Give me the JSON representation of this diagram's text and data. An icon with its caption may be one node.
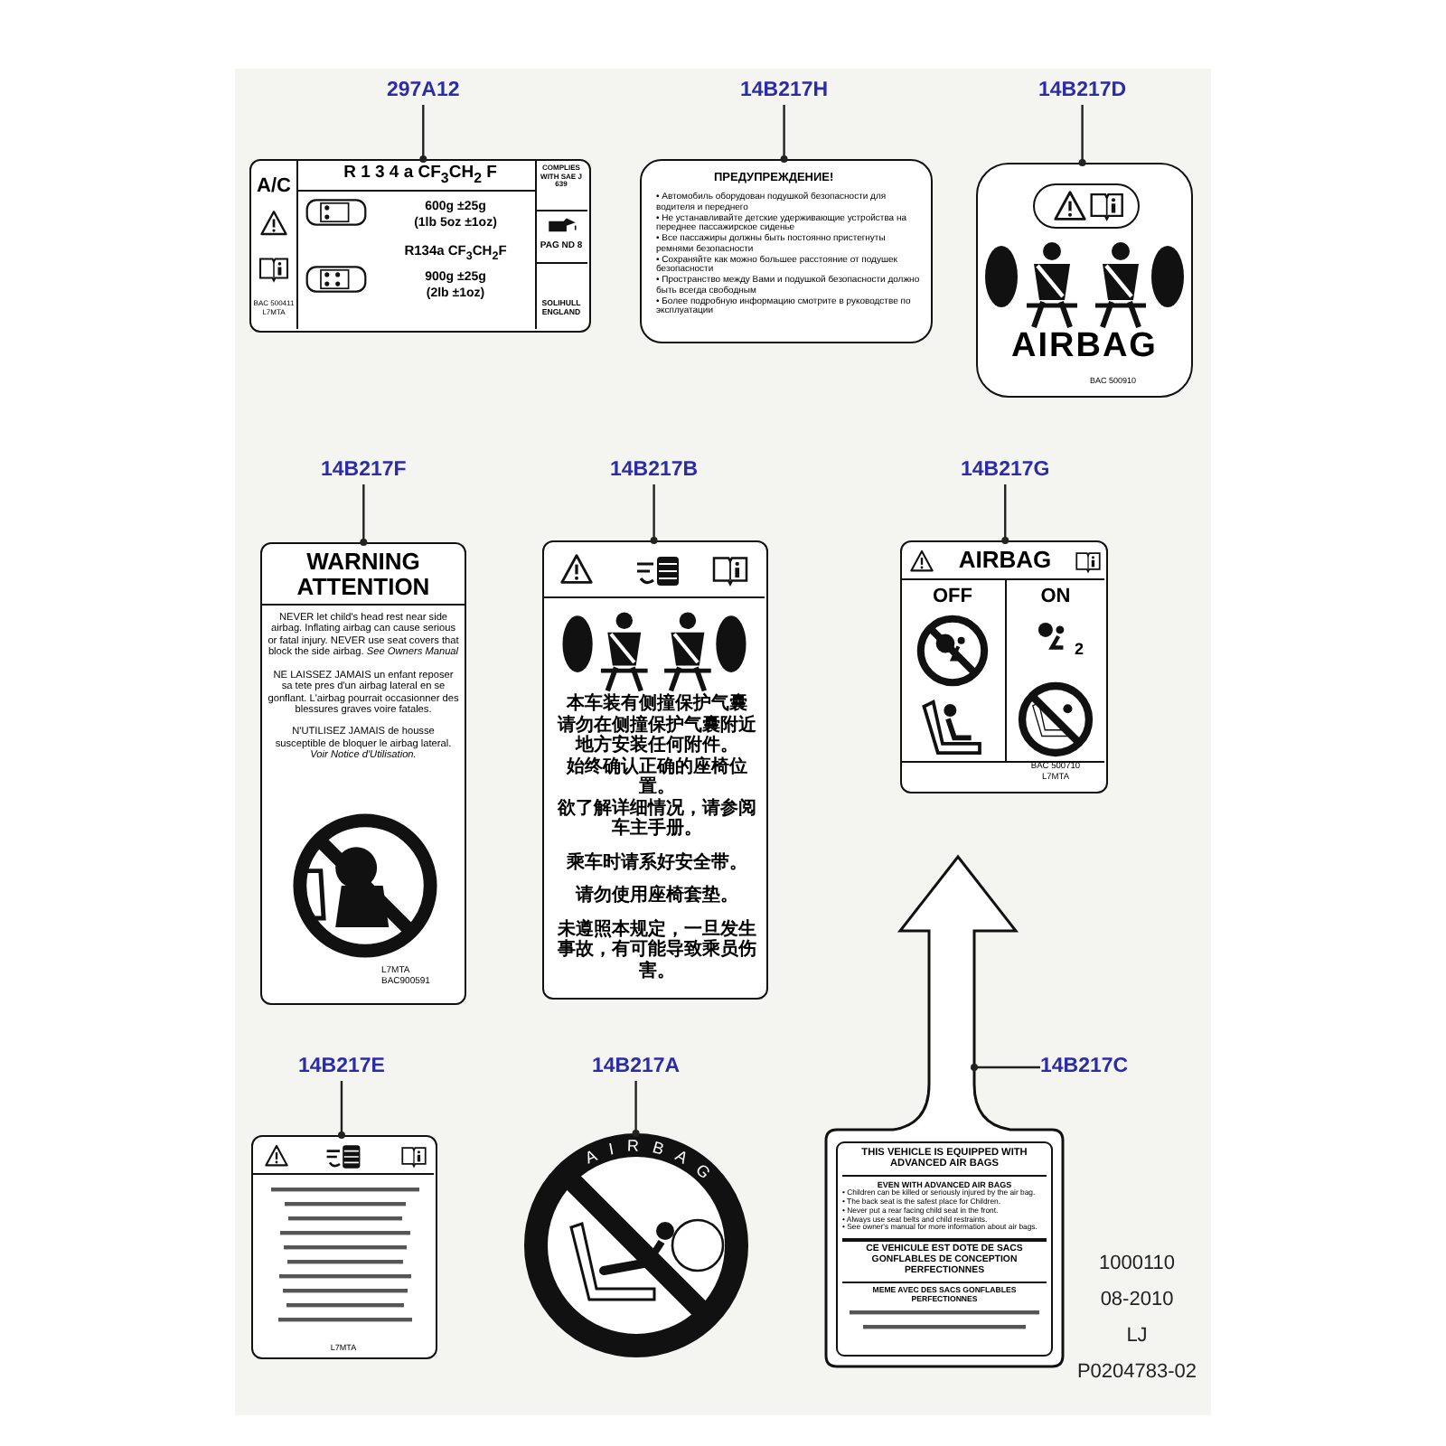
{
  "diagram": {
    "nodes": [
      {
        "text": [
          "297A12"
        ]
      },
      {
        "text": [
          "A/C",
          "BAC 500411 L7MTA",
          "R 1 3 4 a CF$_{3}$CH$_{2}$ F",
          "600g ±25g",
          "(1lb 5oz ±1oz)",
          "R134a CF$_{3}$CH$_{2}$F",
          "900g ±25g",
          "(2lb ±1oz)",
          "COMPLIES WITH SAE J 639",
          "PAG ND 8",
          "SOLIHULL ENGLAND"
        ]
      },
      {
        "text": [
          "14B217H"
        ]
      },
      {
        "text": [
          "ПРЕДУПРЕЖДЕНИЕ!",
          "• Автомобиль оборудован подушкой безопасности для водителя и переднего",
          "• Не устанавливайте детские удерживающие устройства на переднее пассажирское сиденье",
          "• Все пассажиры должны быть постоянно пристегнуты ремнями безопасности",
          "• Сохраняйте как можно большее расстояние от подушек безопасности",
          "• Пространство между Вами и подушкой безопасности должно быть всегда свободным",
          "• Более подробную информацию смотрите в руководстве по эксплуатации"
        ]
      },
      {
        "text": [
          "14B217D"
        ]
      },
      {
        "text": [
          "AIRBAG",
          "BAC 500910"
        ]
      },
      {
        "text": [
          "14B217F"
        ]
      },
      {
        "text": [
          "WARNING",
          "ATTENTION",
          "NEVER let child's head rest near side airbag. Inflating airbag can cause serious or fatal injury. NEVER use seat covers that block the side airbag. *See Owners Manual*",
          "NE LAISSEZ JAMAIS un enfant reposer sa tete pres d'un airbag lateral en se gonflant. L'airbag pourrait occasionner des blessures graves voire fatales.",
          "N'UTILISEZ JAMAIS de housse susceptible de bloquer le airbag lateral. *Voir Notice d'Utilisation.*",
          "L7MTA BAC900591"
        ]
      },
      {
        "text": [
          "14B217B"
        ]
      },
      {
        "text": [
          "本车装有侧撞保护气囊",
          "请勿在侧撞保护气囊附近地方安装任何附件。",
          "始终确认正确的座椅位置。",
          "欲了解详细情况，请参阅车主手册。",
          "乘车时请系好安全带。",
          "请勿使用座椅套垫。",
          "未遵照本规定，一旦发生事故，有可能导致乘员伤害。"
        ]
      },
      {
        "text": [
          "14B217G"
        ]
      },
      {
        "text": [
          "AIRBAG",
          "OFF",
          "ON",
          "2",
          "BAC 500710 L7MTA"
        ]
      },
      {
        "text": [
          "14B217E"
        ]
      },
      {
        "text": [
          "L7MTA"
        ]
      },
      {
        "text": [
          "14B217A"
        ]
      },
      {
        "text": [
          "AIRBAG"
        ]
      },
      {
        "text": [
          "14B217C"
        ]
      },
      {
        "text": [
          "THIS VEHICLE IS EQUIPPED WITH ADVANCED AIR BAGS",
          "EVEN WITH ADVANCED AIR BAGS",
          "• Children can be killed or seriously injured by the air bag.",
          "• The back seat is the safest place for Children.",
          "• Never put a rear facing child seat in the front.",
          "• Always use seat belts and child restraints.",
          "• See owner's manual for more information about air bags.",
          "CE VEHICULE EST DOTE DE SACS GONFLABLES DE CONCEPTION PERFECTIONNES",
          "MEME AVEC DES SACS GONFLABLES PERFECTIONNES"
        ]
      }
    ],
    "edges": [
      {
        "from": 0,
        "to": 1,
        "arrow": "other"
      },
      {
        "from": 2,
        "to": 3,
        "arrow": "other"
      },
      {
        "from": 4,
        "to": 5,
        "arrow": "other"
      },
      {
        "from": 6,
        "to": 7,
        "arrow": "other"
      },
      {
        "from": 8,
        "to": 9,
        "arrow": "other"
      },
      {
        "from": 10,
        "to": 11,
        "arrow": "other"
      },
      {
        "from": 12,
        "to": 13,
        "arrow": "other"
      },
      {
        "from": 14,
        "to": 15,
        "arrow": "other"
      },
      {
        "from": 16,
        "to": 17,
        "arrow": "other"
      }
    ],
    "labels": [
      "1000110",
      "08-2010",
      "LJ",
      "P0204783-02"
    ]
  }
}
